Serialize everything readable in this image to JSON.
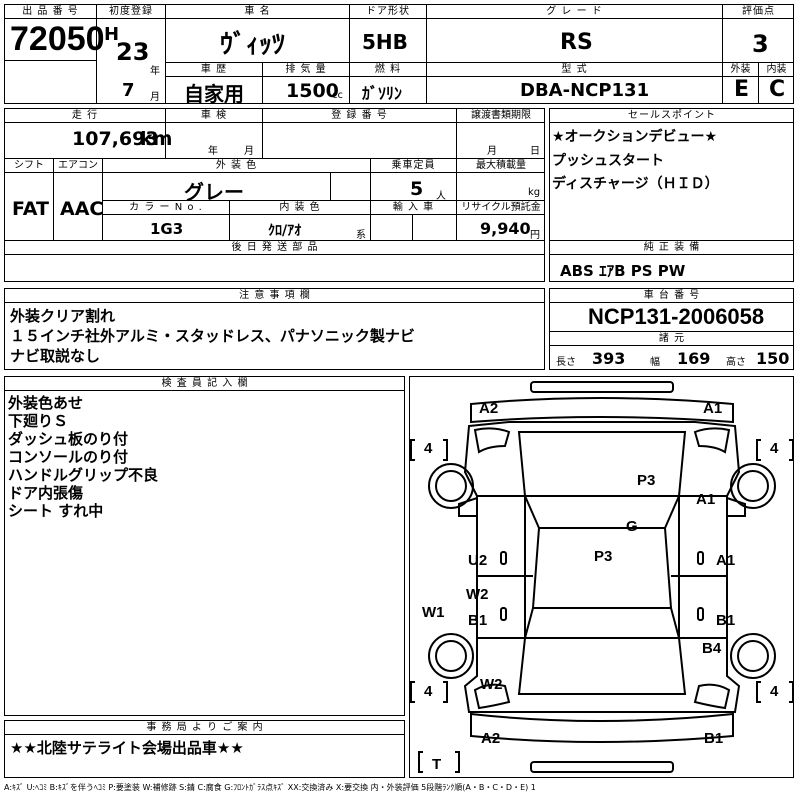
{
  "header": {
    "lot_label": "出 品 番 号",
    "lot": "72050",
    "reg_label": "初度登録",
    "era": "H",
    "year": "23",
    "year_unit": "年",
    "month": "7",
    "month_unit": "月",
    "name_label": "車  名",
    "name": "ｳﾞｨｯﾂ",
    "door_label": "ドア形状",
    "door": "5HB",
    "grade_label": "グ  レ  ー  ド",
    "grade": "RS",
    "score_label": "評価点",
    "score": "3",
    "history_label": "車  歴",
    "history": "自家用",
    "disp_label": "排 気 量",
    "disp": "1500",
    "disp_unit": "cc",
    "fuel_label": "燃  料",
    "fuel": "ｶﾞｿﾘﾝ",
    "model_label": "型  式",
    "model": "DBA-NCP131",
    "ext_label": "外装",
    "ext": "E",
    "int_label": "内装",
    "int": "C"
  },
  "row2": {
    "mileage_label": "走  行",
    "mileage": "107,693",
    "mileage_unit": "km",
    "inspect_label": "車  検",
    "inspect_y": "年",
    "inspect_m": "月",
    "plate_label": "登  録  番  号",
    "transfer_label": "譲渡書類期限",
    "transfer_m": "月",
    "transfer_d": "日",
    "shift_label": "シフト",
    "shift": "FAT",
    "ac_label": "エアコン",
    "ac": "AAC",
    "color_label": "外  装  色",
    "color": "グレー",
    "cap_label": "乗車定員",
    "cap": "5",
    "cap_unit": "人",
    "load_label": "最大積載量",
    "load_unit": "kg",
    "colorno_label": "カ ラ ー  N o .",
    "colorno": "1G3",
    "interior_label": "内  装  色",
    "interior": "ｸﾛ/ｱｵ",
    "interior_unit": "系",
    "import_label": "輸 入 車",
    "recycle_label": "リサイクル預託金",
    "recycle": "9,940",
    "recycle_unit": "円",
    "later_label": "後 日 発 送 部 品"
  },
  "sales": {
    "label": "セールスポイント",
    "lines": [
      "★オークションデビュー★",
      "プッシュスタート",
      "ディスチャージ（ＨＩＤ）"
    ],
    "equip_label": "純  正  装  備",
    "equip": "ABS ｴｱB PS PW"
  },
  "notes": {
    "label": "注 意 事 項 欄",
    "lines": [
      "外装クリア割れ",
      "１５インチ社外アルミ・スタッドレス、パナソニック製ナビ",
      "ナビ取説なし"
    ]
  },
  "chassis": {
    "label": "車 台 番 号",
    "value": "NCP131-2006058",
    "dims_label": "諸  元",
    "len_label": "長さ",
    "len": "393",
    "wid_label": "幅",
    "wid": "169",
    "hei_label": "高さ",
    "hei": "150"
  },
  "inspector": {
    "label": "検 査 員 記 入 欄",
    "lines": [
      "外装色あせ",
      "下廻りＳ",
      "ダッシュ板のり付",
      "コンソールのり付",
      "ハンドルグリップ不良",
      "ドア内張傷",
      "シート すれ中"
    ]
  },
  "office": {
    "label": "事 務 局 よ り ご 案 内",
    "text": "★★北陸サテライト会場出品車★★"
  },
  "diagram": {
    "marks": {
      "a2_top": "A2",
      "a1_top": "A1",
      "tire_fl": "4",
      "tire_fr": "4",
      "tire_rl": "4",
      "tire_rr": "4",
      "p3_hood": "P3",
      "a1_fender": "A1",
      "g_glass": "G",
      "u2": "U2",
      "p3_roof": "P3",
      "a1_door": "A1",
      "w2_door": "W2",
      "w1": "W1",
      "b1_left": "B1",
      "b1_right": "B1",
      "b4": "B4",
      "w2_rear": "W2",
      "a2_bottom": "A2",
      "b1_bottom": "B1",
      "trunk": "T"
    }
  },
  "legend": "A:ｷｽﾞ U:ﾍｺﾐ B:ｷｽﾞを伴うﾍｺﾐ P:要塗装 W:補修跡 S:錆 C:腐食 G:ﾌﾛﾝﾄｶﾞﾗｽ点ｷｽﾞ XX:交換済み X:要交換  内・外装評価  5段階ﾗﾝｸ順(A・B・C・D・E) 1"
}
